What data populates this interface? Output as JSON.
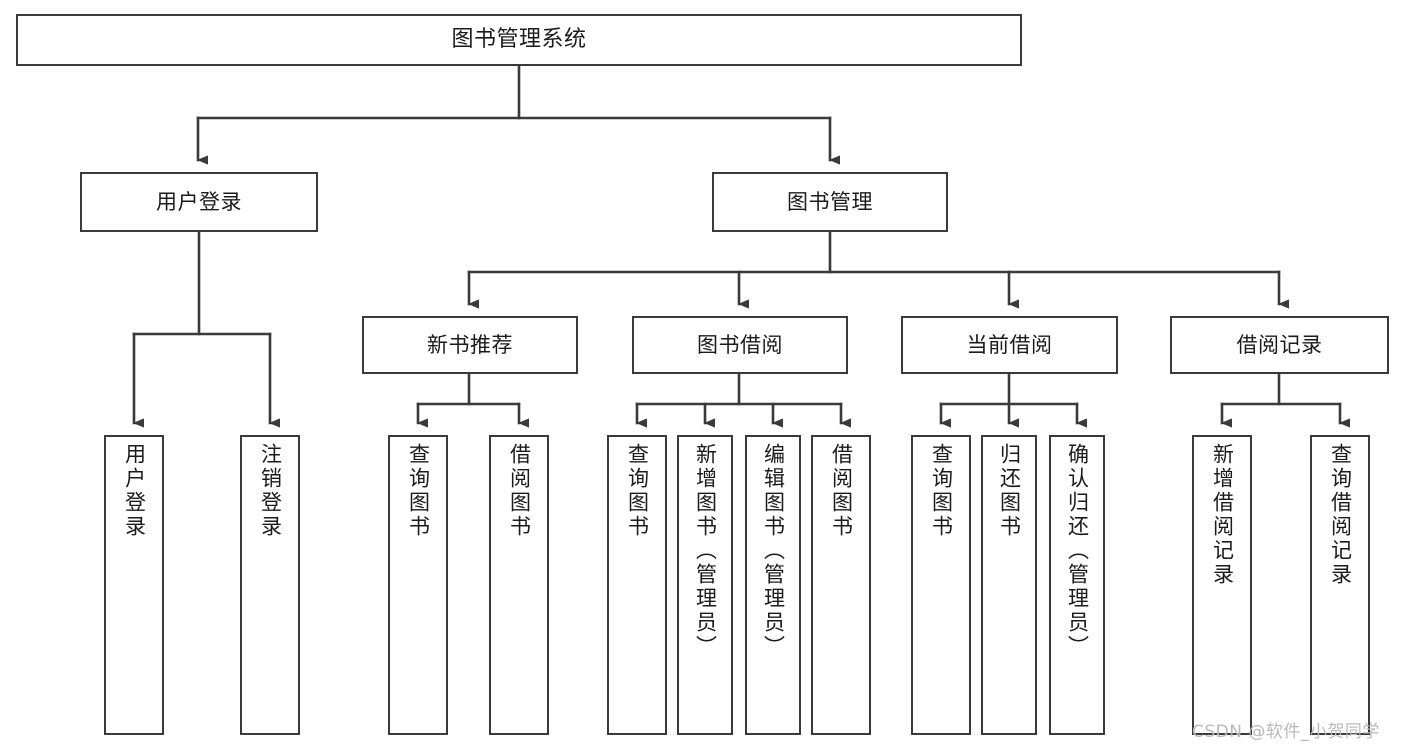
{
  "diagram": {
    "type": "tree-hierarchy",
    "title": "图书管理系统",
    "orientation": "top-down",
    "colors": {
      "box_border": "#3a3a3a",
      "box_fill": "#ffffff",
      "edge": "#3a3a3a",
      "text": "#1b1b1b",
      "watermark": "#b9b9b9",
      "canvas": "#ffffff"
    },
    "levels": {
      "level0": [
        "图书管理系统"
      ],
      "level1": [
        "用户登录",
        "图书管理"
      ],
      "level2": [
        "新书推荐",
        "图书借阅",
        "当前借阅",
        "借阅记录"
      ],
      "level3": [
        "用户登录",
        "注销登录",
        "查询图书",
        "借阅图书",
        "查询图书",
        "新增图书（管理员）",
        "编辑图书（管理员）",
        "借阅图书",
        "查询图书",
        "归还图书",
        "确认归还（管理员）",
        "新增借阅记录",
        "查询借阅记录"
      ]
    }
  },
  "nodes": {
    "root": {
      "label": "图书管理系统"
    },
    "user_login": {
      "label": "用户登录"
    },
    "book_manage": {
      "label": "图书管理"
    },
    "new_book_rec": {
      "label": "新书推荐"
    },
    "book_borrow": {
      "label": "图书借阅"
    },
    "current_borrow": {
      "label": "当前借阅"
    },
    "borrow_record": {
      "label": "借阅记录"
    },
    "leaf_user_login": {
      "label": "用户登录"
    },
    "leaf_logout": {
      "label": "注销登录"
    },
    "leaf_query_book_1": {
      "label": "查询图书"
    },
    "leaf_borrow_book_1": {
      "label": "借阅图书"
    },
    "leaf_query_book_2": {
      "label": "查询图书"
    },
    "leaf_add_book_admin": {
      "label": "新增图书（管理员）"
    },
    "leaf_edit_book_admin": {
      "label": "编辑图书（管理员）"
    },
    "leaf_borrow_book_2": {
      "label": "借阅图书"
    },
    "leaf_query_book_3": {
      "label": "查询图书"
    },
    "leaf_return_book": {
      "label": "归还图书"
    },
    "leaf_confirm_return_admin": {
      "label": "确认归还（管理员）"
    },
    "leaf_add_record": {
      "label": "新增借阅记录"
    },
    "leaf_query_record": {
      "label": "查询借阅记录"
    }
  },
  "watermark": {
    "text": "CSDN @软件_小贺同学"
  }
}
